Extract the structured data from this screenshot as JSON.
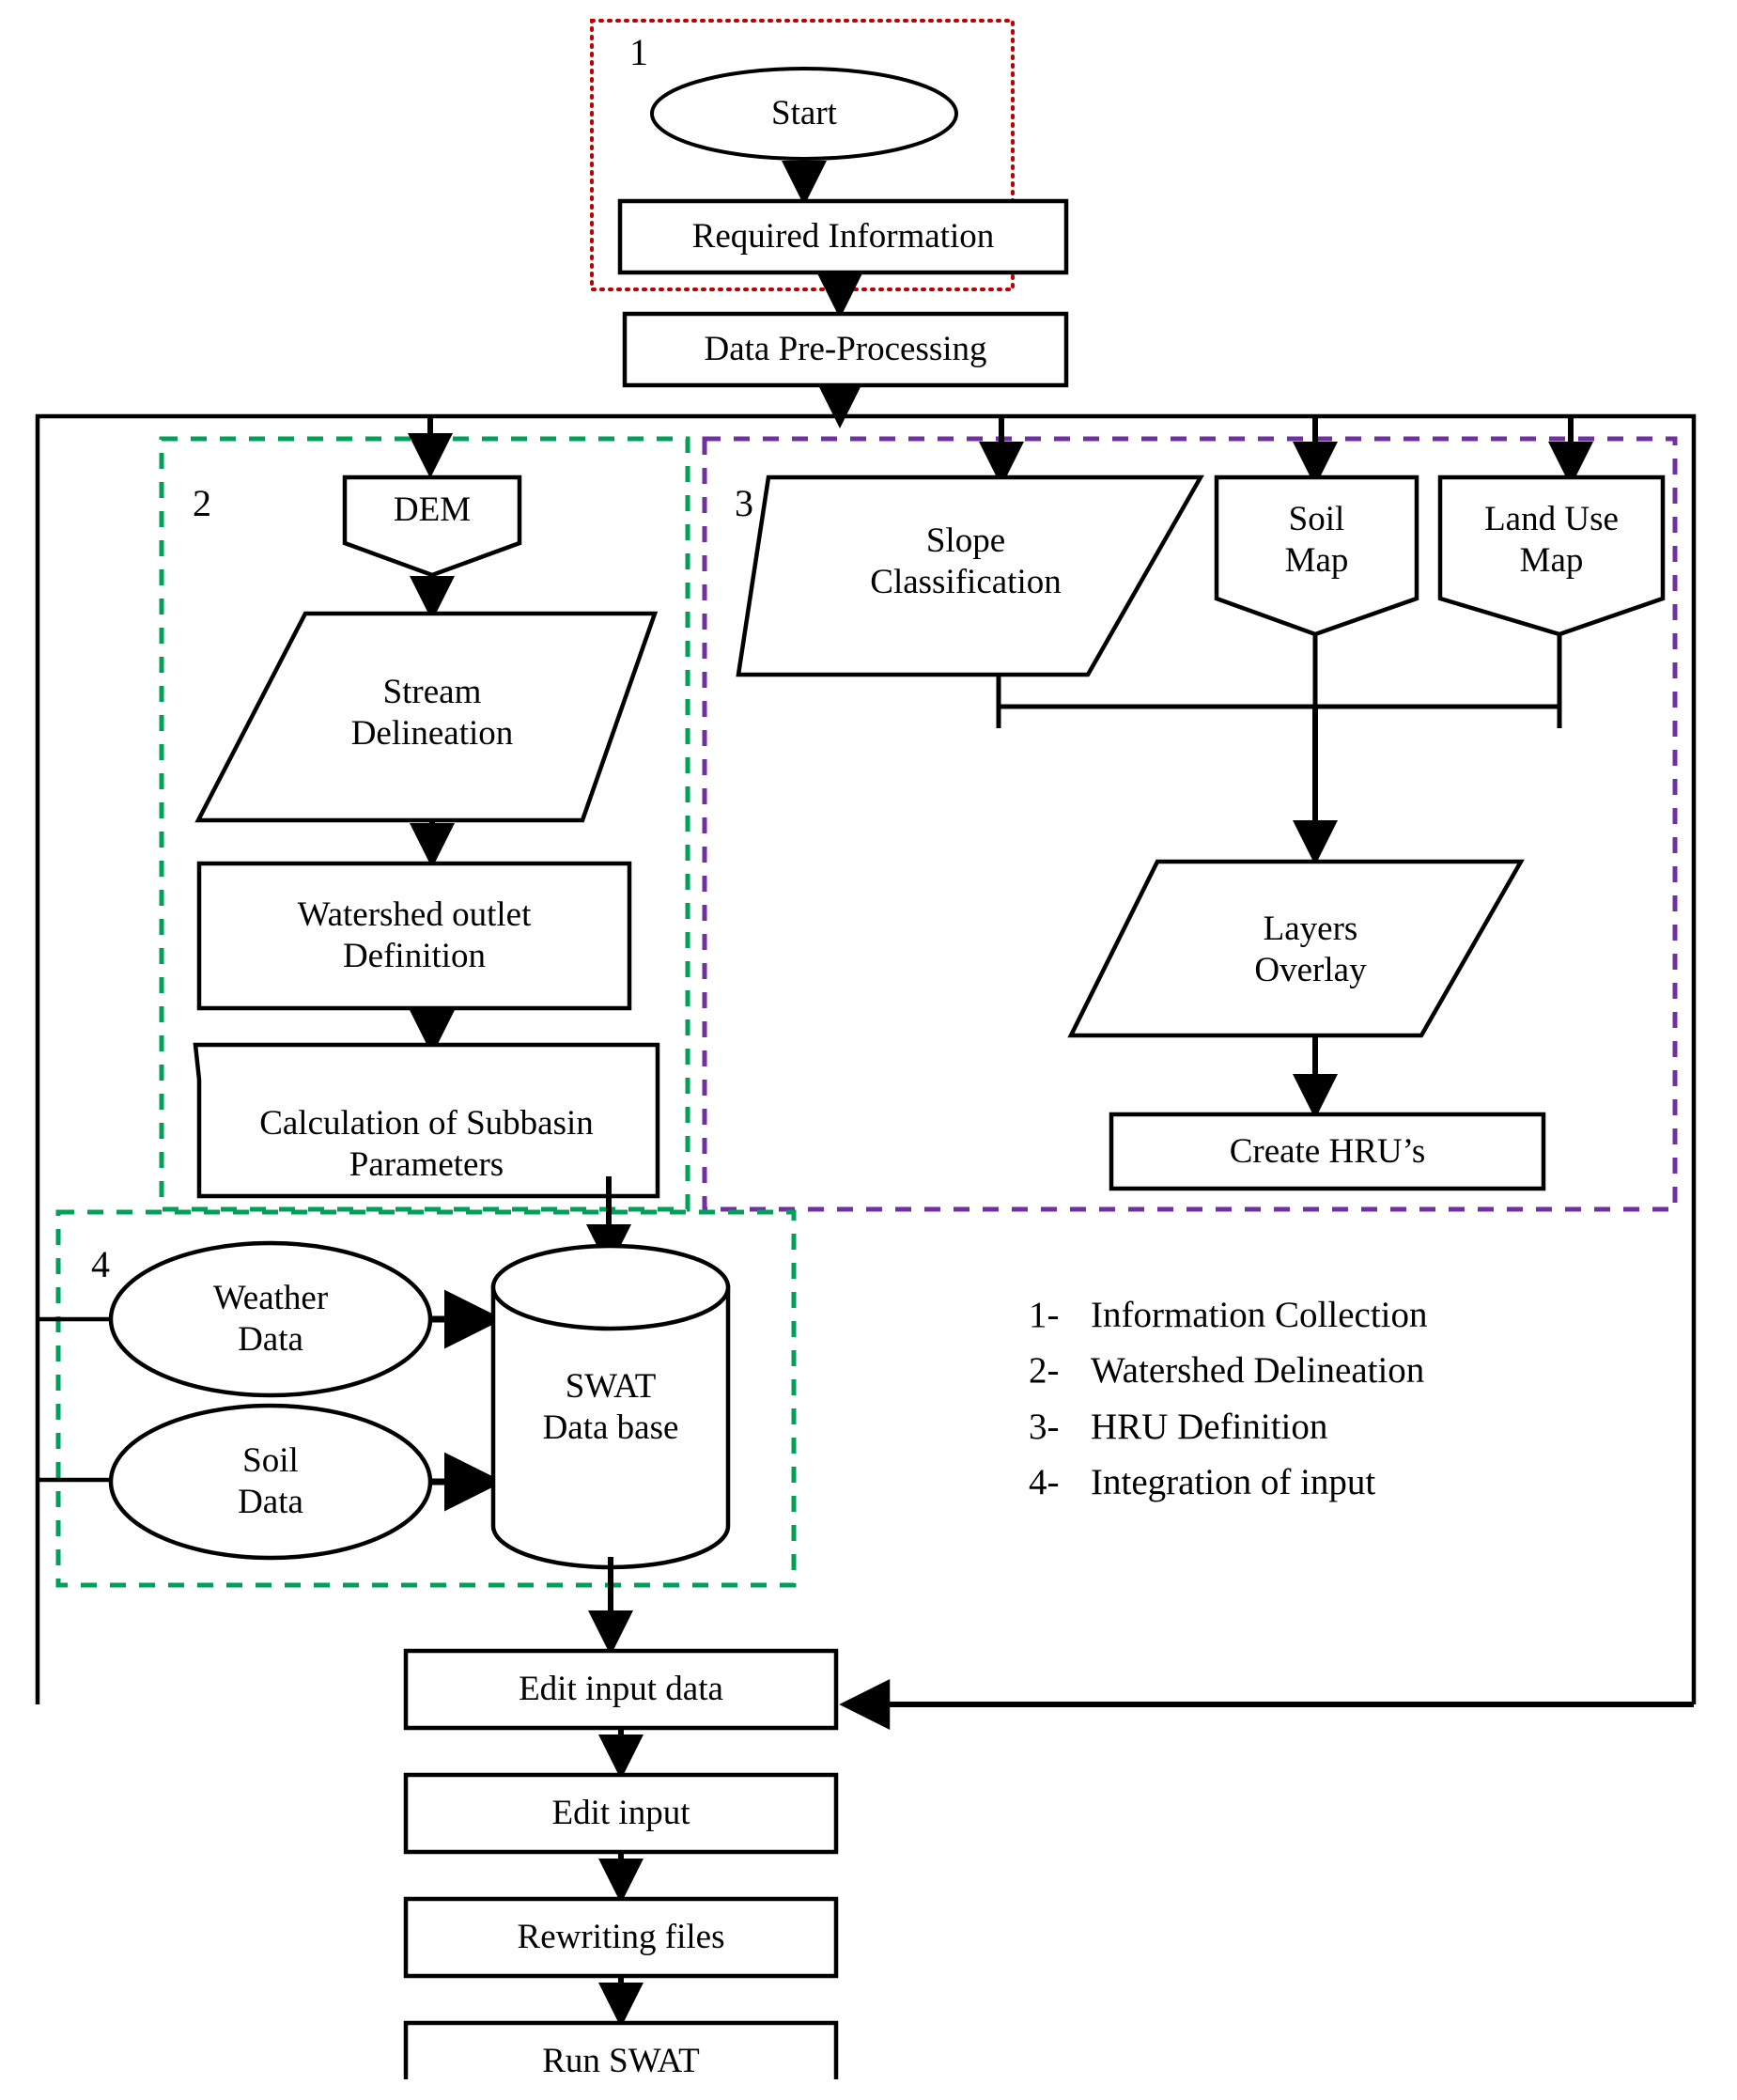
{
  "diagram": {
    "title": "SWAT model setup flowchart",
    "colors": {
      "stroke": "#000000",
      "section1_border": "#c00000",
      "section2_border": "#00a05a",
      "section3_border": "#7030a0",
      "section4_border": "#00a05a",
      "background": "#ffffff"
    },
    "section_numbers": {
      "one": "1",
      "two": "2",
      "three": "3",
      "four": "4"
    },
    "nodes": {
      "start": {
        "label": "Start",
        "shape": "ellipse"
      },
      "required_information": {
        "label": "Required Information",
        "shape": "rectangle"
      },
      "data_preprocessing": {
        "label": "Data Pre-Processing",
        "shape": "rectangle"
      },
      "dem": {
        "label": "DEM",
        "shape": "pentagon-down"
      },
      "stream_delineation": {
        "label": "Stream\nDelineation",
        "shape": "parallelogram"
      },
      "watershed_outlet_definition": {
        "label": "Watershed outlet\nDefinition",
        "shape": "rectangle"
      },
      "calculation_of_subbasin_parameters": {
        "label": "Calculation of Subbasin\nParameters",
        "shape": "cut-corner-rectangle"
      },
      "slope_classification": {
        "label": "Slope\nClassification",
        "shape": "parallelogram"
      },
      "soil_map": {
        "label": "Soil\nMap",
        "shape": "pentagon-down"
      },
      "land_use_map": {
        "label": "Land Use\nMap",
        "shape": "pentagon-down"
      },
      "layers_overlay": {
        "label": "Layers\nOverlay",
        "shape": "parallelogram"
      },
      "create_hrus": {
        "label": "Create HRU’s",
        "shape": "rectangle"
      },
      "weather_data": {
        "label": "Weather\nData",
        "shape": "ellipse"
      },
      "soil_data": {
        "label": "Soil\nData",
        "shape": "ellipse"
      },
      "swat_database": {
        "label": "SWAT\nData base",
        "shape": "cylinder"
      },
      "edit_input_data": {
        "label": "Edit input data",
        "shape": "rectangle"
      },
      "edit_input": {
        "label": "Edit input",
        "shape": "rectangle"
      },
      "rewriting_files": {
        "label": "Rewriting files",
        "shape": "rectangle"
      },
      "run_swat": {
        "label": "Run SWAT",
        "shape": "rectangle"
      }
    },
    "legend": [
      {
        "number": "1-",
        "label": "Information Collection"
      },
      {
        "number": "2-",
        "label": "Watershed Delineation"
      },
      {
        "number": "3-",
        "label": "HRU Definition"
      },
      {
        "number": "4-",
        "label": "Integration of input"
      }
    ]
  }
}
